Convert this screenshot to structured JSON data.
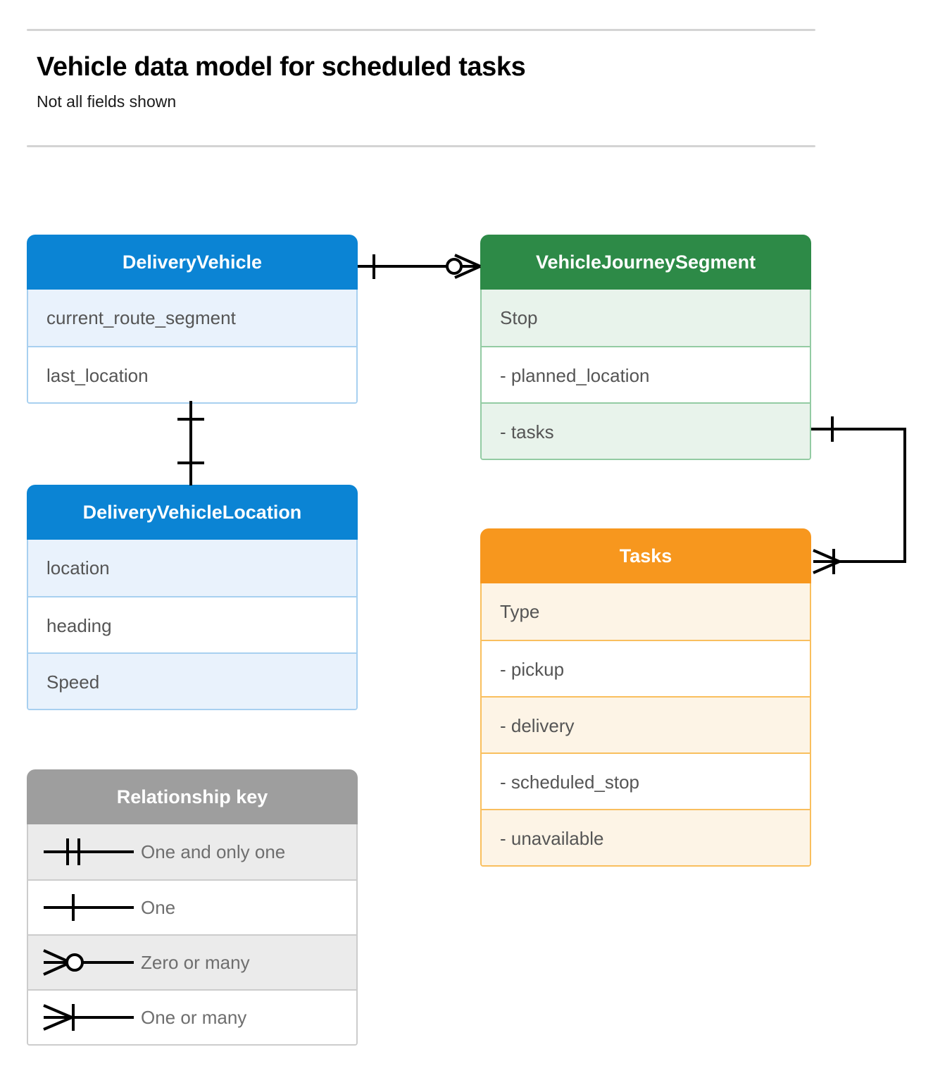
{
  "header": {
    "title": "Vehicle data model for scheduled tasks",
    "subtitle": "Not all fields shown"
  },
  "entities": [
    {
      "id": "delivery-vehicle",
      "name": "DeliveryVehicle",
      "color": "#0b84d4",
      "rows": [
        "current_route_segment",
        "last_location"
      ]
    },
    {
      "id": "journey-segment",
      "name": "VehicleJourneySegment",
      "color": "#2d8a47",
      "rows": [
        "Stop",
        "-  planned_location",
        "- tasks"
      ]
    },
    {
      "id": "vehicle-location",
      "name": "DeliveryVehicleLocation",
      "color": "#0b84d4",
      "rows": [
        "location",
        "heading",
        "Speed"
      ]
    },
    {
      "id": "tasks",
      "name": "Tasks",
      "color": "#f7971e",
      "rows": [
        "Type",
        "-  pickup",
        "-  delivery",
        "-  scheduled_stop",
        "-  unavailable"
      ]
    }
  ],
  "legend": {
    "title": "Relationship key",
    "color": "#9e9e9e",
    "items": [
      {
        "symbol": "one-and-only-one",
        "label": "One and only one"
      },
      {
        "symbol": "one",
        "label": "One"
      },
      {
        "symbol": "zero-or-many",
        "label": "Zero or many"
      },
      {
        "symbol": "one-or-many",
        "label": "One or many"
      }
    ]
  },
  "relationships": [
    {
      "from": "DeliveryVehicle",
      "from_cardinality": "One",
      "to": "VehicleJourneySegment",
      "to_cardinality": "Zero or many"
    },
    {
      "from": "DeliveryVehicle",
      "from_cardinality": "One",
      "to": "DeliveryVehicleLocation",
      "to_cardinality": "One"
    },
    {
      "from": "VehicleJourneySegment.tasks",
      "from_cardinality": "One",
      "to": "Tasks",
      "to_cardinality": "One or many"
    }
  ]
}
